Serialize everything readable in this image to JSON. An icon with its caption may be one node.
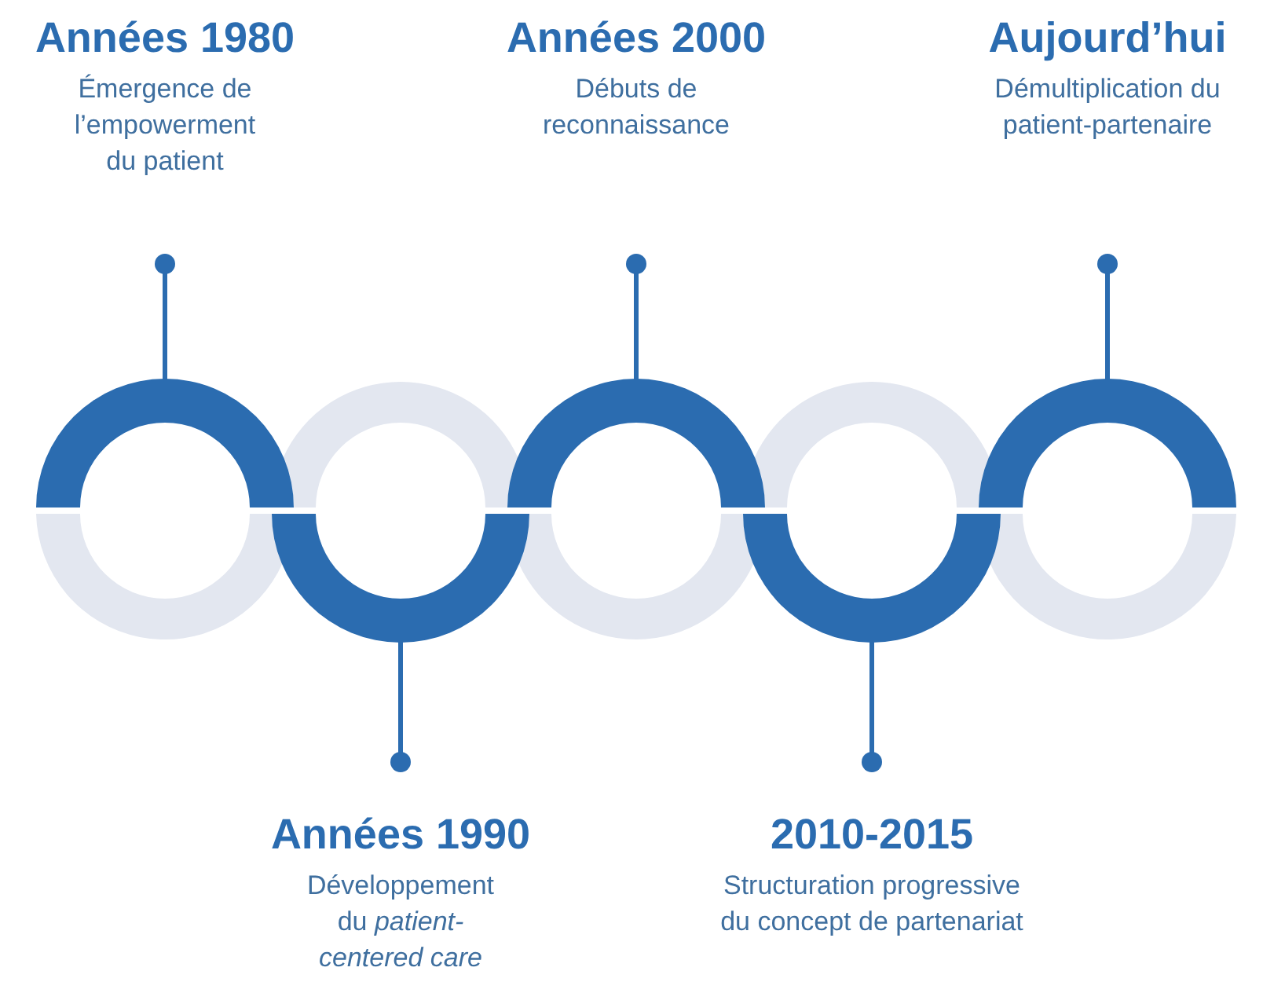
{
  "diagram": {
    "nodes": [
      {
        "text": [
          "Années 1980",
          "Émergence de l’empowerment du patient"
        ]
      },
      {
        "text": [
          "Années 2000",
          "Débuts de reconnaissance"
        ]
      },
      {
        "text": [
          "Aujourd’hui",
          "Démultiplication du patient-partenaire"
        ]
      },
      {
        "text": [],
        "shape": "arc"
      },
      {
        "text": [],
        "shape": "arc"
      },
      {
        "text": [],
        "shape": "arc"
      },
      {
        "text": [],
        "shape": "arc"
      },
      {
        "text": [],
        "shape": "arc"
      },
      {
        "text": [],
        "shape": "arc"
      },
      {
        "text": [],
        "shape": "arc"
      },
      {
        "text": [],
        "shape": "arc"
      },
      {
        "text": [],
        "shape": "arc"
      },
      {
        "text": [],
        "shape": "arc"
      },
      {
        "text": [
          "Années 1990",
          "Développement du *patient-centered care*"
        ]
      },
      {
        "text": [
          "2010-2015",
          "Structuration progressive du concept de partenariat"
        ]
      }
    ],
    "edges": [
      {
        "from": 0,
        "to": 3,
        "arrow": "other"
      },
      {
        "from": 1,
        "to": 7,
        "arrow": "other"
      },
      {
        "from": 2,
        "to": 11,
        "arrow": "other"
      },
      {
        "from": 13,
        "to": 6,
        "arrow": "other"
      },
      {
        "from": 14,
        "to": 10,
        "arrow": "other"
      }
    ]
  }
}
